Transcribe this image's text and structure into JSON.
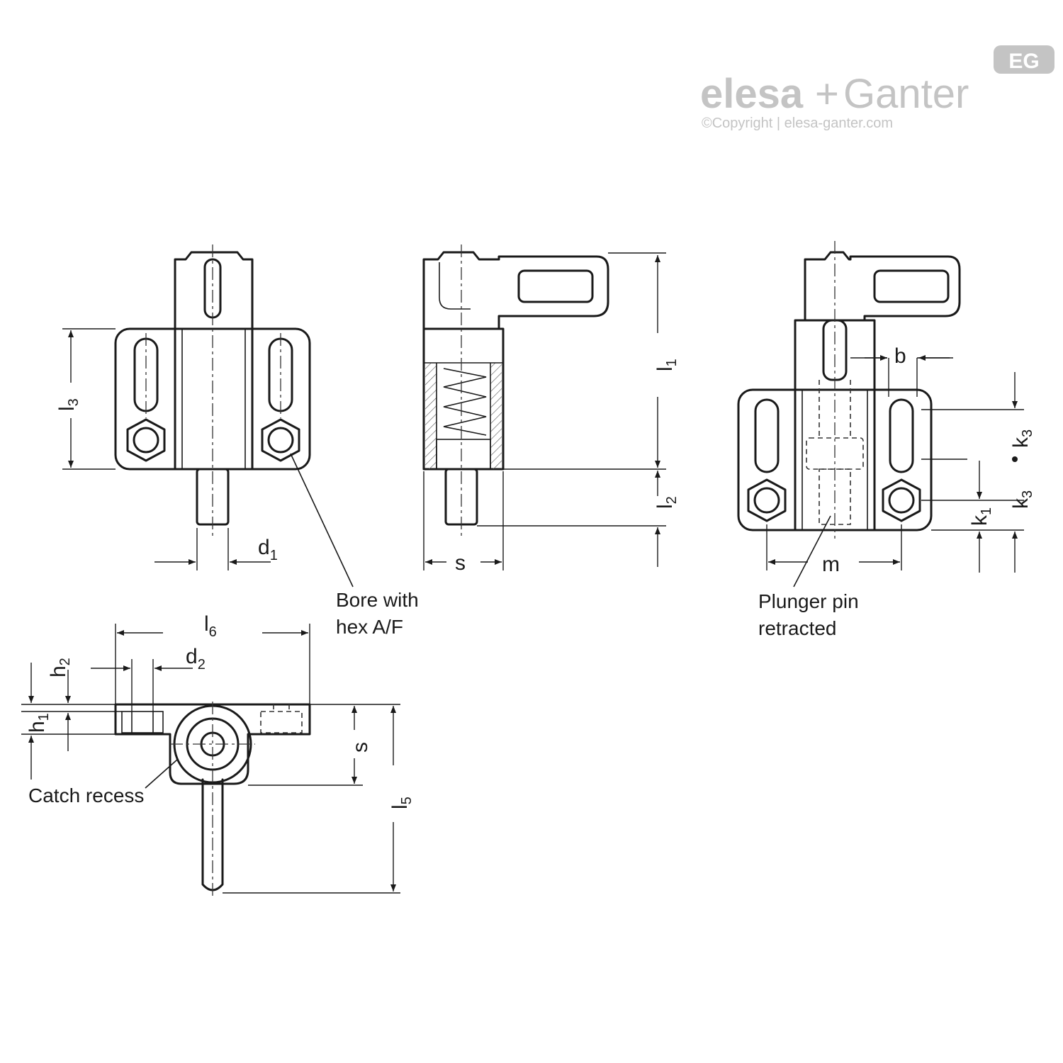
{
  "brand": {
    "name_part1": "elesa",
    "plus": "+",
    "name_part2": "Ganter",
    "badge": "EG",
    "copyright": "©Copyright | elesa-ganter.com"
  },
  "labels": {
    "l1": "l",
    "l1_sub": "1",
    "l2": "l",
    "l2_sub": "2",
    "l3": "l",
    "l3_sub": "3",
    "l5": "l",
    "l5_sub": "5",
    "l6": "l",
    "l6_sub": "6",
    "d1": "d",
    "d1_sub": "1",
    "d2": "d",
    "d2_sub": "2",
    "h1": "h",
    "h1_sub": "1",
    "h2": "h",
    "h2_sub": "2",
    "k1": "k",
    "k1_sub": "1",
    "k3a": "k",
    "k3a_sub": "3",
    "k3b": "k",
    "k3b_sub": "3",
    "s_side": "s",
    "s_top": "s",
    "m": "m",
    "b": "b"
  },
  "notes": {
    "bore_line1": "Bore with",
    "bore_line2": "hex A/F",
    "plunger_line1": "Plunger pin",
    "plunger_line2": "retracted",
    "catch": "Catch recess"
  },
  "colors": {
    "line": "#1a1a1a",
    "brand_grey": "#c4c4c4"
  }
}
